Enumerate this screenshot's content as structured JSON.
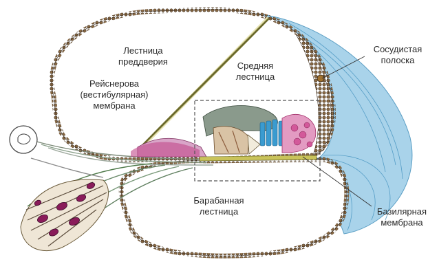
{
  "labels": {
    "scala_vestibuli": "Лестница\nпреддверия",
    "scala_media": "Средняя\nлестница",
    "reissner_membrane": "Рейснерова\n(вестибулярная)\nмембрана",
    "stria_vascularis": "Сосудистая\nполоска",
    "scala_tympani": "Барабанная\nлестница",
    "basilar_membrane": "Базилярная\nмембрана"
  },
  "colors": {
    "wall_outline": "#4a3a2a",
    "wall_fill": "#b89a72",
    "stria": "#8fc3de",
    "nerve_fibers": "#7a8a78",
    "reissner_line": "#5b5a2c",
    "tectorial": "#8a9a8c",
    "hair_cells_blue": "#3a9bd0",
    "hair_cells_pink": "#d3589a",
    "basilar": "#c9c35a",
    "neurons": "#8a1c5a"
  },
  "icons": [
    "ganglion-circle-icon"
  ]
}
